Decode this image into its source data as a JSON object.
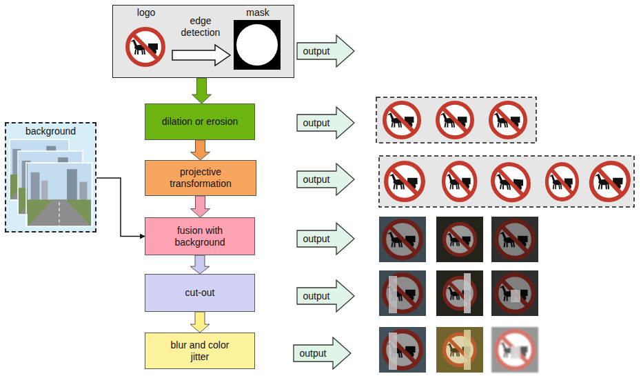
{
  "diagram": {
    "nodes": [
      {
        "text": [
          "logo",
          "edge detection",
          "mask"
        ]
      },
      {
        "text": [
          "output"
        ]
      },
      {
        "text": [
          "dilation or erosion"
        ]
      },
      {
        "text": [
          "output"
        ]
      },
      {
        "text": [
          "background"
        ]
      },
      {
        "text": [
          "projective transformation"
        ]
      },
      {
        "text": [
          "output"
        ]
      },
      {
        "text": [
          "fusion with background"
        ]
      },
      {
        "text": [
          "output"
        ]
      },
      {
        "text": [
          "cut-out"
        ]
      },
      {
        "text": [
          "output"
        ]
      },
      {
        "text": [
          "blur and color jitter"
        ]
      },
      {
        "text": [
          "output"
        ]
      }
    ],
    "edges": [
      {
        "from": 0,
        "to": 2,
        "arrow": "to"
      },
      {
        "from": 2,
        "to": 5,
        "arrow": "to"
      },
      {
        "from": 5,
        "to": 7,
        "arrow": "to"
      },
      {
        "from": 4,
        "to": 7,
        "arrow": "to"
      },
      {
        "from": 7,
        "to": 9,
        "arrow": "to"
      },
      {
        "from": 9,
        "to": 11,
        "arrow": "to"
      }
    ]
  }
}
